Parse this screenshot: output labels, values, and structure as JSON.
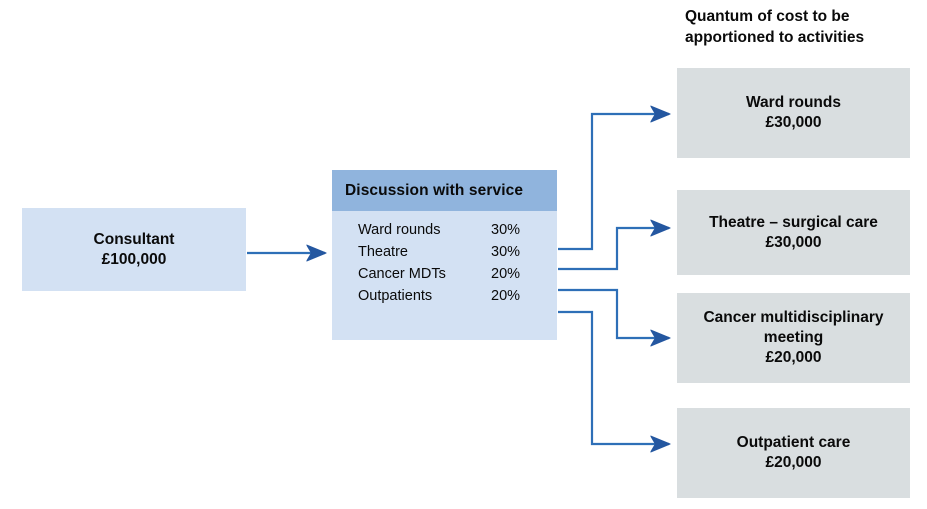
{
  "diagram": {
    "title_caption": "Quantum of cost to be apportioned to activities",
    "source_node": {
      "name": "Consultant",
      "amount": "£100,000"
    },
    "allocation_node": {
      "header": "Discussion with service",
      "rows": [
        {
          "activity": "Ward rounds",
          "percent": "30%"
        },
        {
          "activity": "Theatre",
          "percent": "30%"
        },
        {
          "activity": "Cancer MDTs",
          "percent": "20%"
        },
        {
          "activity": "Outpatients",
          "percent": "20%"
        }
      ]
    },
    "outputs": [
      {
        "label": "Ward rounds",
        "label2": "",
        "amount": "£30,000"
      },
      {
        "label": "Theatre – surgical care",
        "label2": "",
        "amount": "£30,000"
      },
      {
        "label": "Cancer multidisciplinary",
        "label2": "meeting",
        "amount": "£20,000"
      },
      {
        "label": "Outpatient care",
        "label2": "",
        "amount": "£20,000"
      }
    ],
    "colors": {
      "node_blue_light": "#d3e1f3",
      "node_blue_header": "#90b4dd",
      "output_grey": "#d9dee0",
      "connector_blue": "#2e6fb7",
      "text": "#0a0a0a"
    }
  }
}
